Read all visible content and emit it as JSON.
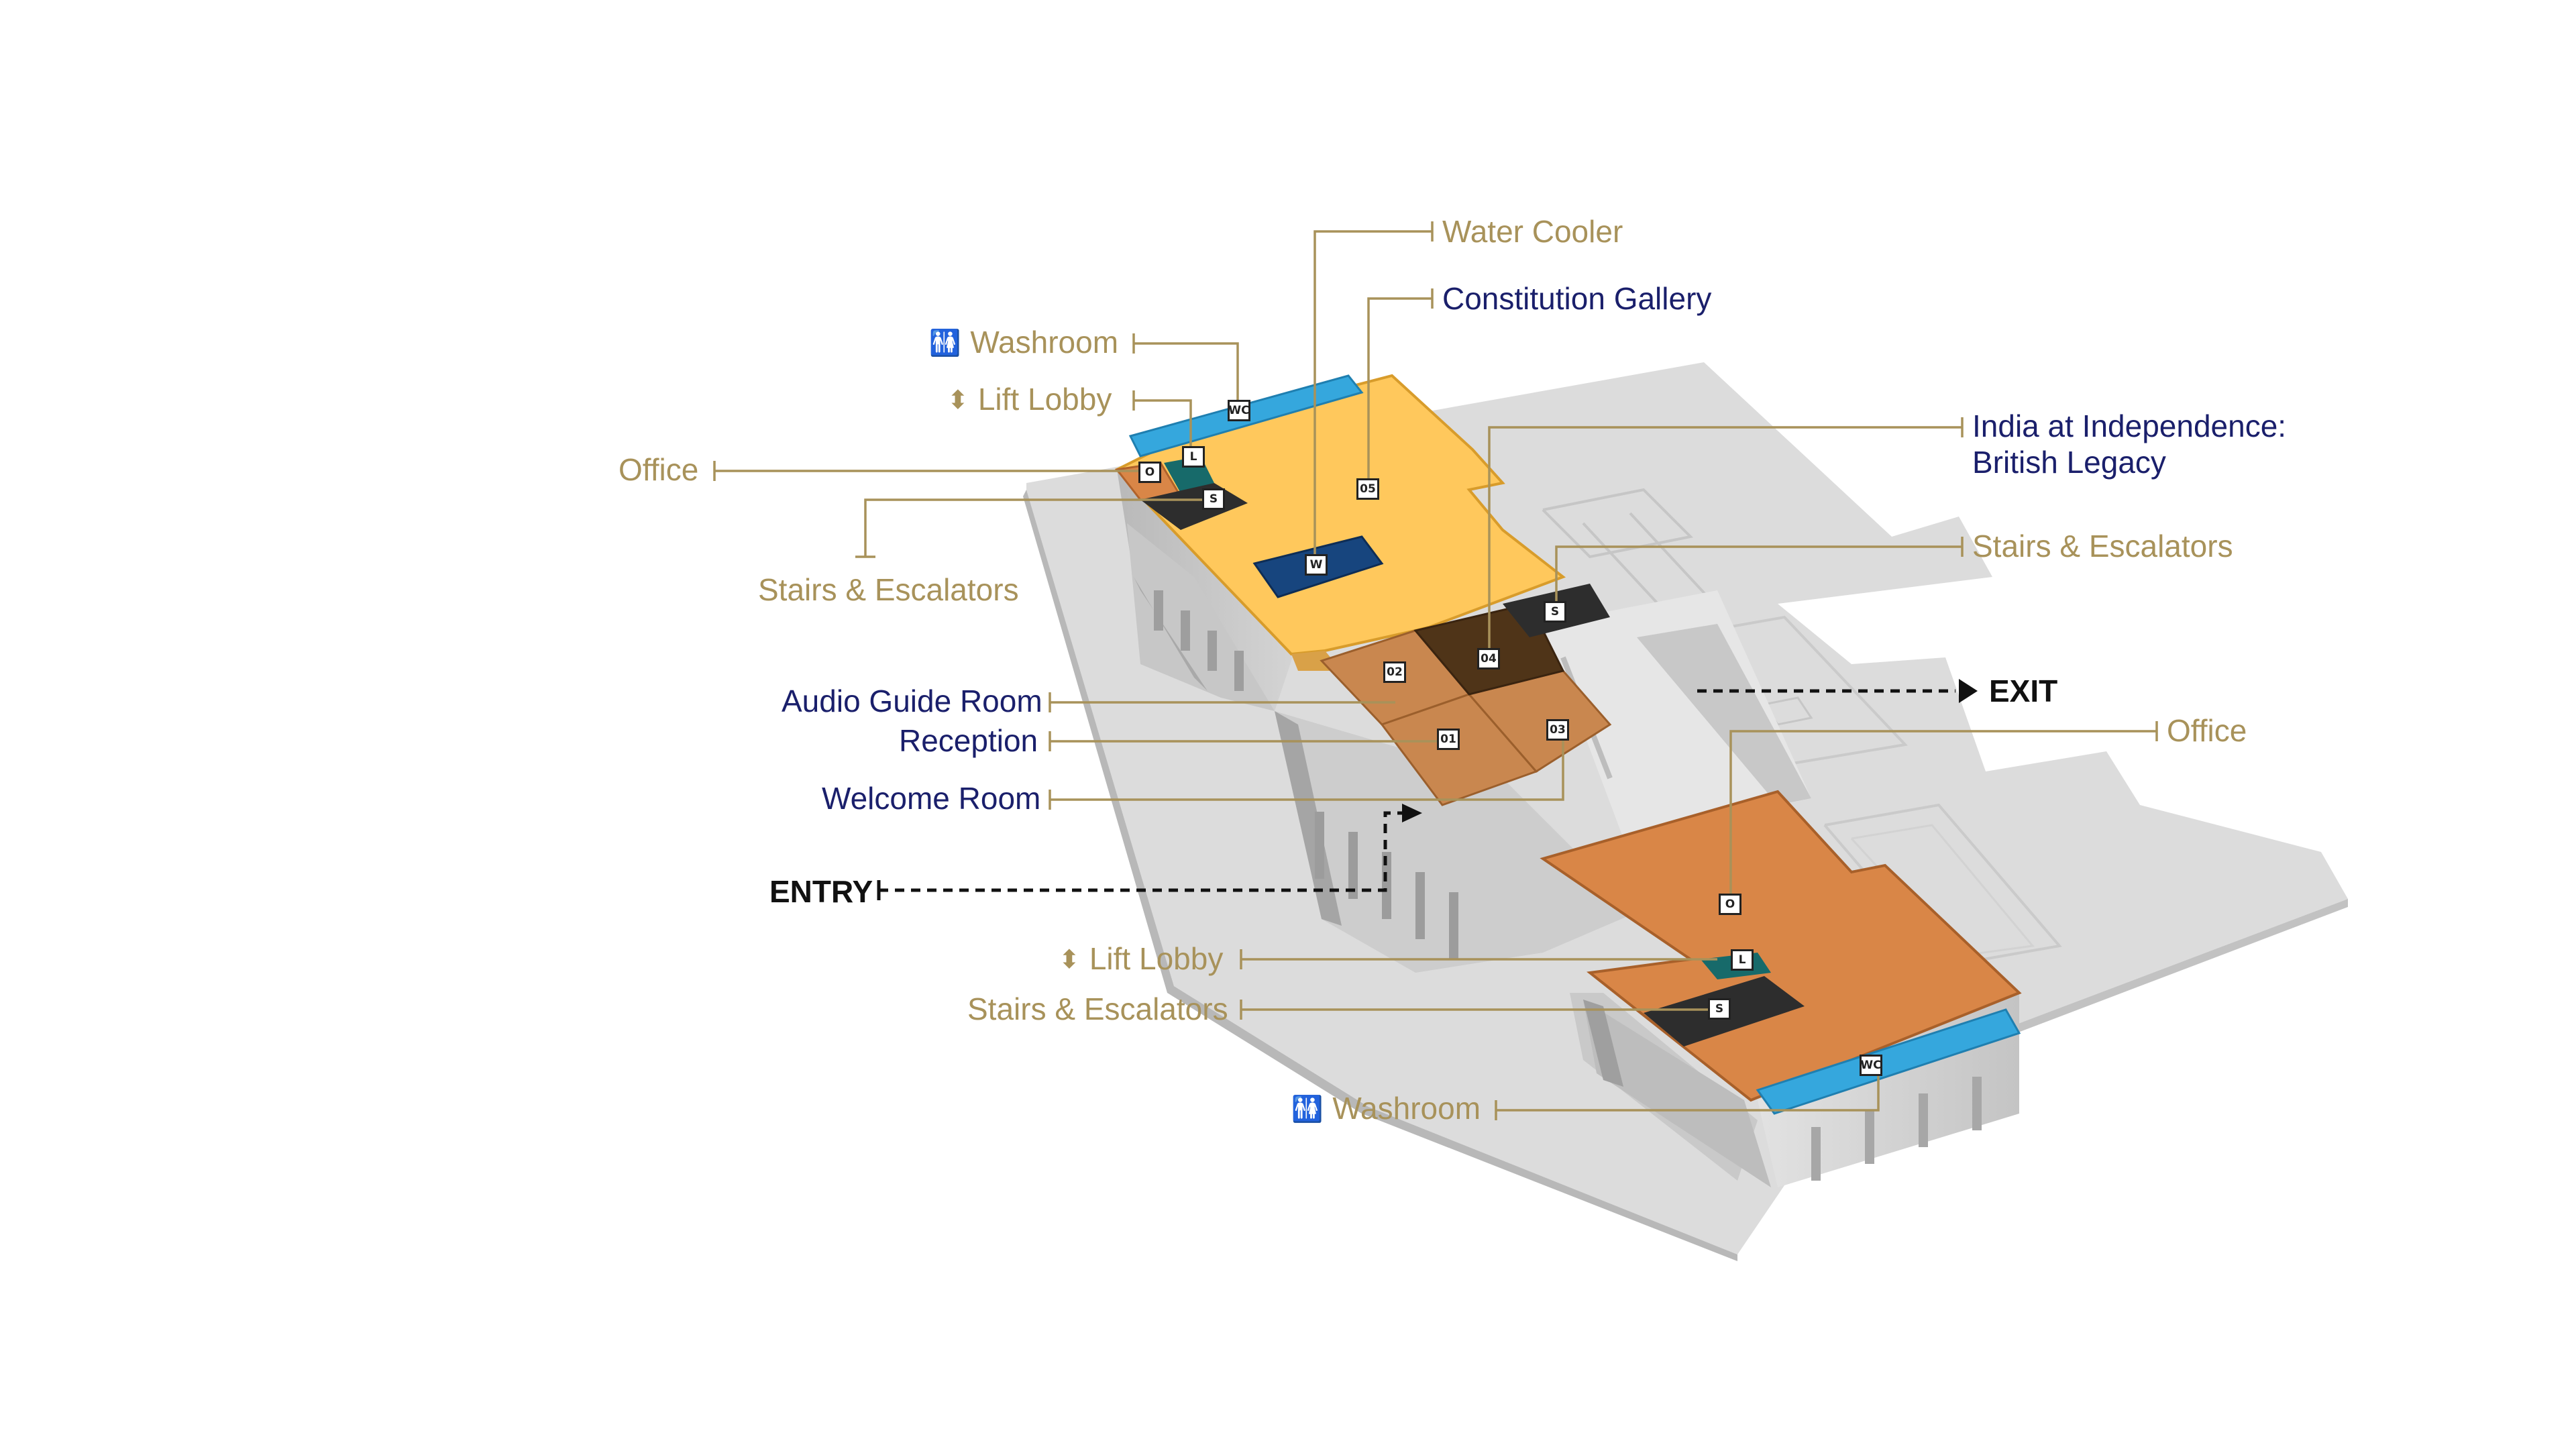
{
  "colors": {
    "gallery_yellow": "#ffc85c",
    "room_brown": "#c9874f",
    "office_orange": "#d98647",
    "dark_room": "#4f3418",
    "washroom_blue": "#35a7dd",
    "water_cooler_blue": "#17457e",
    "lift_teal": "#176a6a",
    "stairs_dark": "#2d2d2d",
    "base_grey": "#d9d9d9",
    "label_gold": "#a8925a",
    "label_navy": "#1a1f6b"
  },
  "labels": {
    "water_cooler": "Water Cooler",
    "constitution_gallery": "Constitution Gallery",
    "washroom_top": "Washroom",
    "lift_lobby_top": "Lift Lobby",
    "office_left": "Office",
    "stairs_left": "Stairs & Escalators",
    "india_independence_line1": "India at Independence:",
    "india_independence_line2": "British Legacy",
    "stairs_right": "Stairs & Escalators",
    "exit": "EXIT",
    "office_right": "Office",
    "audio_guide_room": "Audio Guide Room",
    "reception": "Reception",
    "welcome_room": "Welcome Room",
    "entry": "ENTRY",
    "lift_lobby_bottom": "Lift Lobby",
    "stairs_bottom": "Stairs & Escalators",
    "washroom_bottom": "Washroom"
  },
  "icons": {
    "washroom": "washroom-icon",
    "lift": "lift-updown-icon",
    "arrow": "arrowhead-icon"
  },
  "tags": {
    "wc_top": "WC",
    "l_top": "L",
    "o_top": "O",
    "s_top": "S",
    "room_05": "05",
    "w_cooler": "W",
    "s_right": "S",
    "room_04": "04",
    "room_02": "02",
    "room_01": "01",
    "room_03": "03",
    "o_bottom": "O",
    "l_bottom": "L",
    "s_bottom": "S",
    "wc_bottom": "WC"
  }
}
